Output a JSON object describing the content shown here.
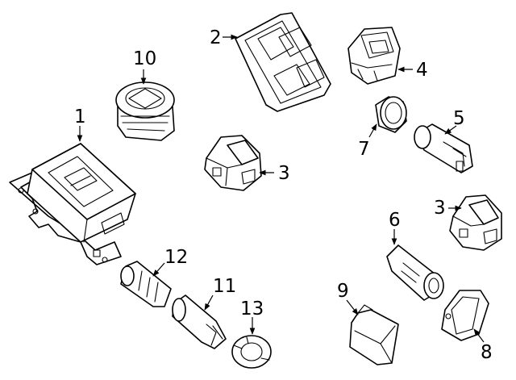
{
  "diagram": {
    "colors": {
      "line": "#000000",
      "background": "#ffffff"
    },
    "callouts": [
      {
        "id": "c1",
        "label": "1"
      },
      {
        "id": "c2",
        "label": "2"
      },
      {
        "id": "c3a",
        "label": "3"
      },
      {
        "id": "c3b",
        "label": "3"
      },
      {
        "id": "c4",
        "label": "4"
      },
      {
        "id": "c5",
        "label": "5"
      },
      {
        "id": "c6",
        "label": "6"
      },
      {
        "id": "c7",
        "label": "7"
      },
      {
        "id": "c8",
        "label": "8"
      },
      {
        "id": "c9",
        "label": "9"
      },
      {
        "id": "c10",
        "label": "10"
      },
      {
        "id": "c11",
        "label": "11"
      },
      {
        "id": "c12",
        "label": "12"
      },
      {
        "id": "c13",
        "label": "13"
      }
    ]
  }
}
